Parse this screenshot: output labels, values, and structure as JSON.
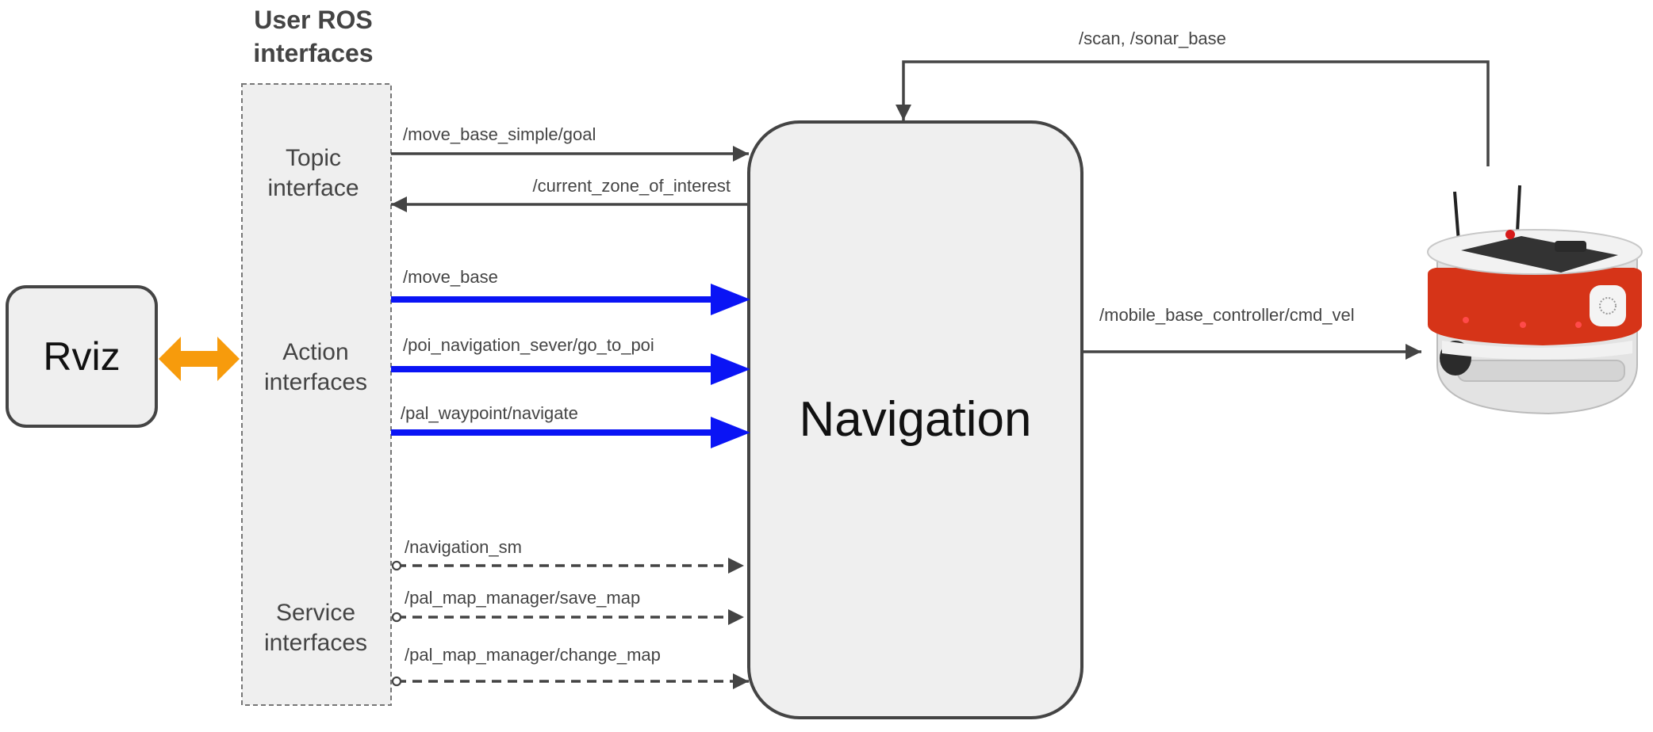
{
  "header": {
    "title_line1": "User ROS",
    "title_line2": "interfaces"
  },
  "nodes": {
    "rviz": "Rviz",
    "navigation": "Navigation",
    "topic_interface": [
      "Topic",
      "interface"
    ],
    "action_interfaces": [
      "Action",
      "interfaces"
    ],
    "service_interfaces": [
      "Service",
      "interfaces"
    ]
  },
  "topics": {
    "move_base_simple_goal": "/move_base_simple/goal",
    "current_zone_of_interest": "/current_zone_of_interest",
    "scan_sonar": "/scan,  /sonar_base",
    "cmd_vel": "/mobile_base_controller/cmd_vel"
  },
  "actions": {
    "move_base": "/move_base",
    "go_to_poi": "/poi_navigation_sever/go_to_poi",
    "pal_waypoint": "/pal_waypoint/navigate"
  },
  "services": {
    "navigation_sm": "/navigation_sm",
    "save_map": "/pal_map_manager/save_map",
    "change_map": "/pal_map_manager/change_map"
  },
  "colors": {
    "action_arrow": "#0a14f5",
    "bidirectional_arrow": "#f79b0c",
    "line": "#444444",
    "box_fill": "#efefef"
  },
  "icons": {
    "robot": "robot-image"
  }
}
